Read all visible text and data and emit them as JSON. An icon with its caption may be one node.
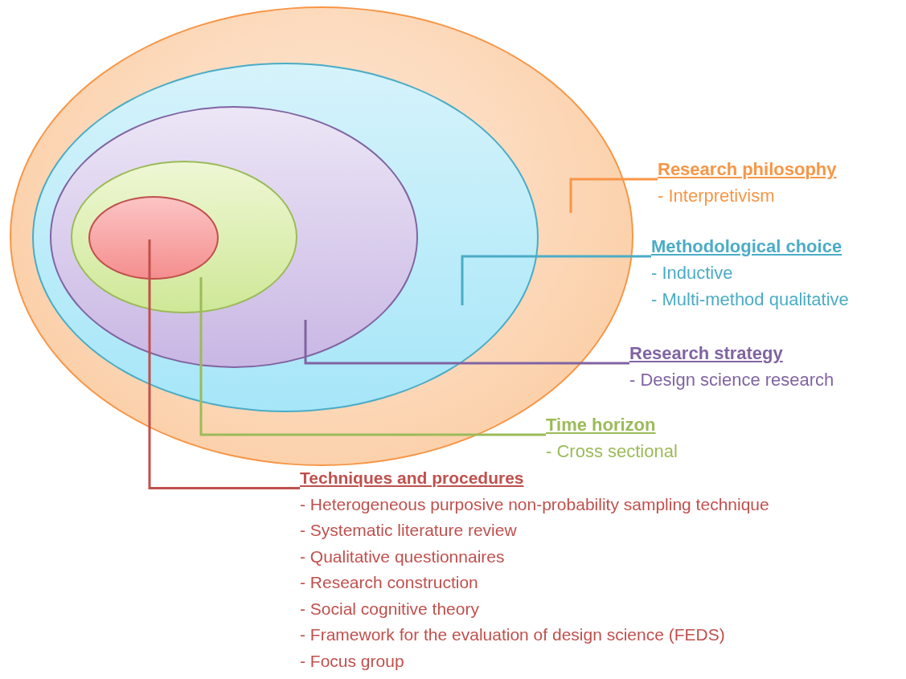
{
  "diagram": {
    "nodes": [
      {
        "text": [],
        "shape": "ellipse"
      },
      {
        "text": [],
        "shape": "ellipse",
        "in": 0
      },
      {
        "text": [],
        "shape": "ellipse",
        "in": 1
      },
      {
        "text": [],
        "shape": "ellipse",
        "in": 2
      },
      {
        "text": [],
        "shape": "ellipse",
        "in": 3
      },
      {
        "text": [
          "Research philosophy",
          "- Interpretivism"
        ]
      },
      {
        "text": [
          "Methodological choice",
          "- Inductive",
          "- Multi-method qualitative"
        ]
      },
      {
        "text": [
          "Research strategy",
          "- Design science research"
        ]
      },
      {
        "text": [
          "Time horizon",
          "- Cross sectional"
        ]
      },
      {
        "text": [
          "Techniques and procedures",
          "- Heterogeneous purposive non-probability sampling technique",
          "- Systematic literature review",
          "- Qualitative questionnaires",
          "- Research construction",
          "- Social cognitive theory",
          "- Framework for the evaluation of design science (FEDS)",
          "- Focus group"
        ]
      }
    ],
    "edges": [
      {
        "from": 5,
        "to": 0,
        "arrow": "none",
        "color": "#f79646"
      },
      {
        "from": 6,
        "to": 1,
        "arrow": "none",
        "color": "#4bacc6"
      },
      {
        "from": 7,
        "to": 2,
        "arrow": "none",
        "color": "#8064a2"
      },
      {
        "from": 8,
        "to": 3,
        "arrow": "none",
        "color": "#9bbb59"
      },
      {
        "from": 9,
        "to": 4,
        "arrow": "none",
        "color": "#c0504d"
      }
    ]
  }
}
